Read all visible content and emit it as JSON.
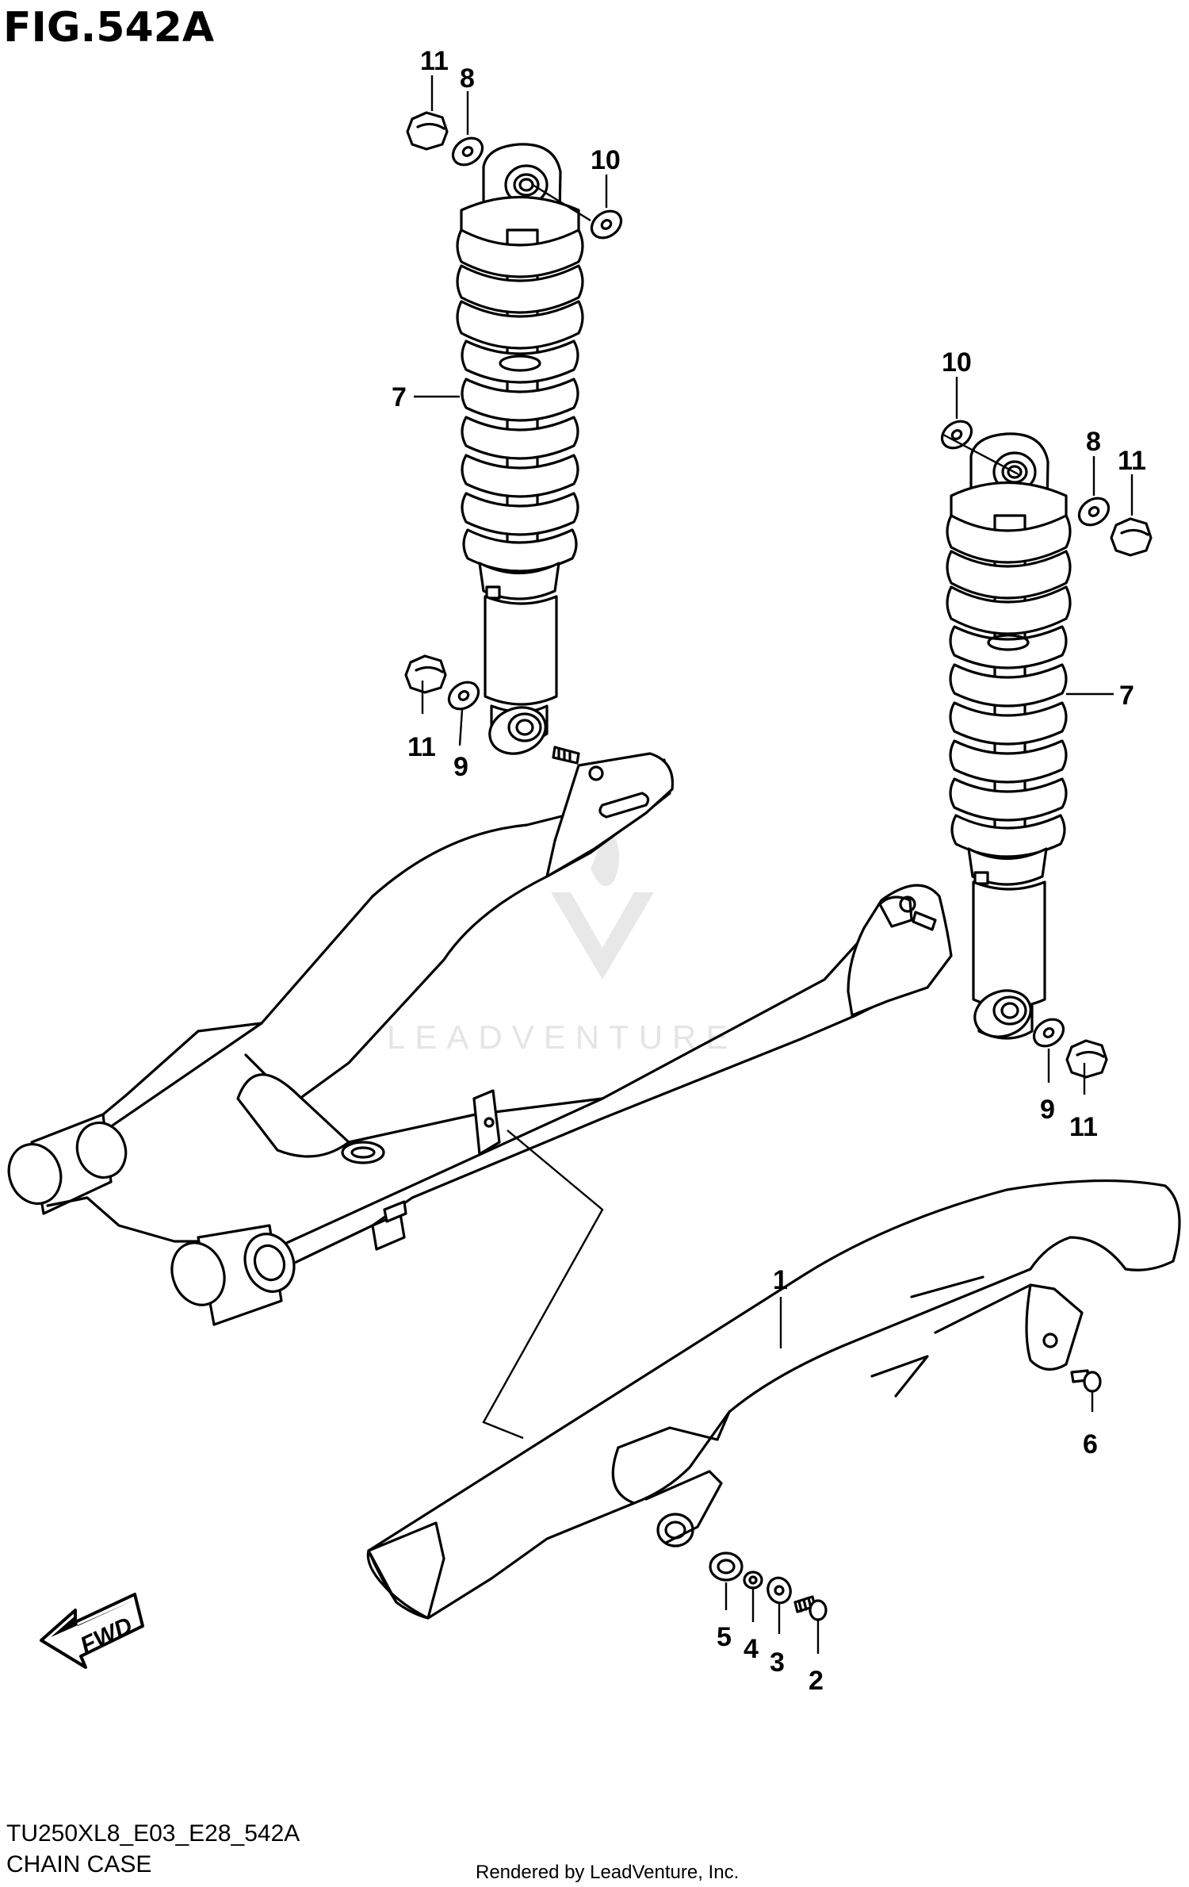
{
  "figure": {
    "title": "FIG.542A",
    "code": "TU250XL8_E03_E28_542A",
    "name": "CHAIN CASE"
  },
  "credit": "Rendered by LeadVenture, Inc.",
  "watermark": "LEADVENTURE",
  "direction_label": "FWD",
  "callouts": {
    "c1": "1",
    "c2": "2",
    "c3": "3",
    "c4": "4",
    "c5": "5",
    "c6": "6",
    "c7a": "7",
    "c7b": "7",
    "c8a": "8",
    "c8b": "8",
    "c9a": "9",
    "c9b": "9",
    "c10a": "10",
    "c10b": "10",
    "c11a": "11",
    "c11b": "11",
    "c11c": "11",
    "c11d": "11"
  }
}
